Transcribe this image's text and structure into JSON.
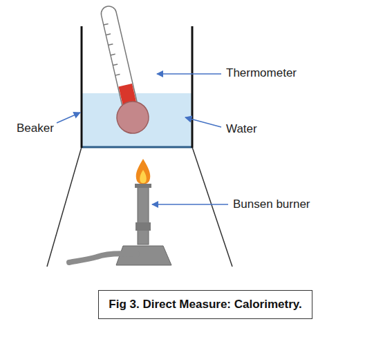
{
  "diagram": {
    "caption": "Fig 3. Direct Measure: Calorimetry.",
    "labels": [
      "Thermometer",
      "Beaker",
      "Water",
      "Bunsen burner"
    ]
  }
}
